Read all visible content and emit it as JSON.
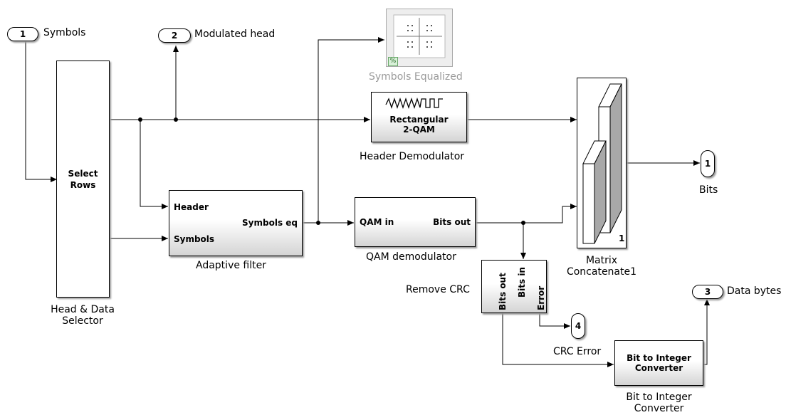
{
  "inports": [
    {
      "number": "1",
      "label": "Symbols"
    }
  ],
  "outports": [
    {
      "number": "2",
      "label": "Modulated head"
    },
    {
      "number": "1",
      "label": "Bits"
    },
    {
      "number": "3",
      "label": "Data bytes"
    },
    {
      "number": "4",
      "label": "CRC Error"
    }
  ],
  "blocks": {
    "selector": {
      "text_line1": "Select",
      "text_line2": "Rows",
      "name_line1": "Head & Data",
      "name_line2": "Selector"
    },
    "adaptive_filter": {
      "in1": "Header",
      "in2": "Symbols",
      "out": "Symbols eq",
      "name": "Adaptive filter"
    },
    "scope": {
      "name": "Symbols Equalized",
      "badge": "%"
    },
    "header_demod": {
      "text_line1": "Rectangular",
      "text_line2": "2-QAM",
      "name": "Header Demodulator"
    },
    "qam_demod": {
      "in": "QAM in",
      "out": "Bits out",
      "name": "QAM demodulator"
    },
    "concat": {
      "dim": "1",
      "name_line1": "Matrix",
      "name_line2": "Concatenate1"
    },
    "crc": {
      "in": "Bits in",
      "out": "Bits out",
      "err": "Error",
      "name": "Remove CRC"
    },
    "bit2int": {
      "text_line1": "Bit to Integer",
      "text_line2": "Converter",
      "name_line1": "Bit to Integer",
      "name_line2": "Converter"
    }
  },
  "colors": {
    "wire": "#000000",
    "scope_label": "#9a9a9a",
    "block_shade": "#d4d4d4"
  }
}
